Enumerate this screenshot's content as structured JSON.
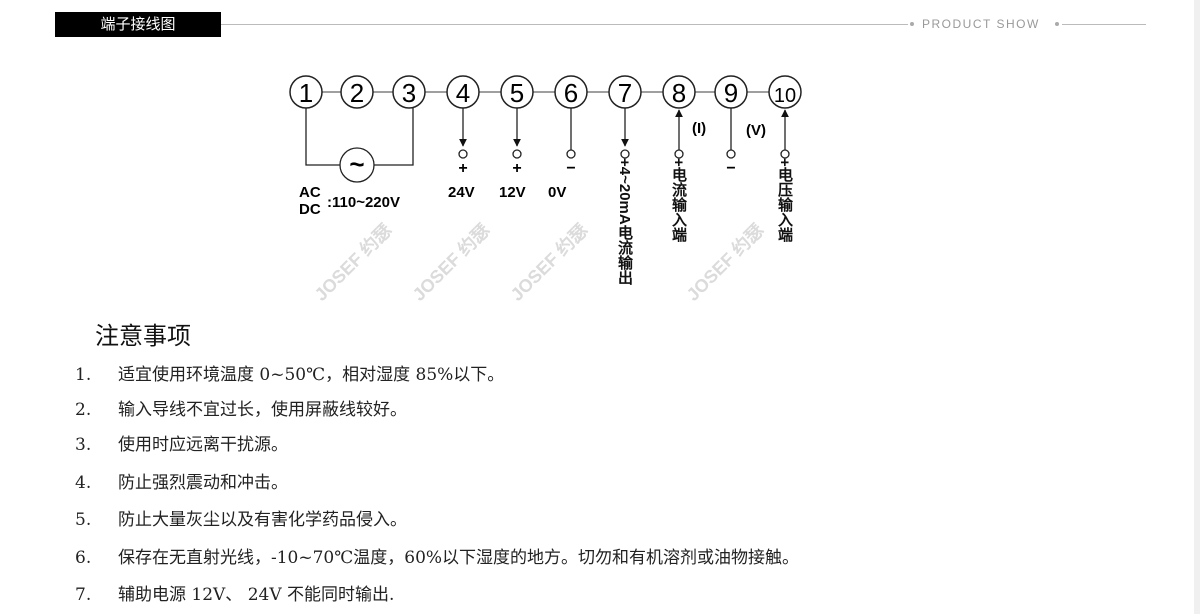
{
  "header": {
    "title": "端子接线图",
    "product_show": "PRODUCT SHOW"
  },
  "diagram": {
    "terminals": [
      "1",
      "2",
      "3",
      "4",
      "5",
      "6",
      "7",
      "8",
      "9",
      "10"
    ],
    "power_ac": "AC",
    "power_dc": "DC",
    "power_range": ":110~220V",
    "plus": "+",
    "minus": "−",
    "out_24v": "24V",
    "out_12v": "12V",
    "out_0v": "0V",
    "current_mark": "(I)",
    "voltage_mark": "(V)",
    "t7_label": "+4~20mA电流输出",
    "t8_label": "+电流输入端",
    "t10_label": "+电压输入端",
    "watermark": "JOSEF 约瑟"
  },
  "notes": {
    "title": "注意事项",
    "items": [
      {
        "num": "1.",
        "text": "适宜使用环境温度 0~50℃，相对湿度 85%以下。"
      },
      {
        "num": "2.",
        "text": "输入导线不宜过长，使用屏蔽线较好。"
      },
      {
        "num": "3.",
        "text": "使用时应远离干扰源。"
      },
      {
        "num": "4.",
        "text": "防止强烈震动和冲击。"
      },
      {
        "num": "5.",
        "text": "防止大量灰尘以及有害化学药品侵入。"
      },
      {
        "num": "6.",
        "text": "保存在无直射光线，-10~70℃温度，60%以下湿度的地方。切勿和有机溶剂或油物接触。"
      },
      {
        "num": "7.",
        "text": "辅助电源 12V、 24V 不能同时输出."
      }
    ]
  }
}
